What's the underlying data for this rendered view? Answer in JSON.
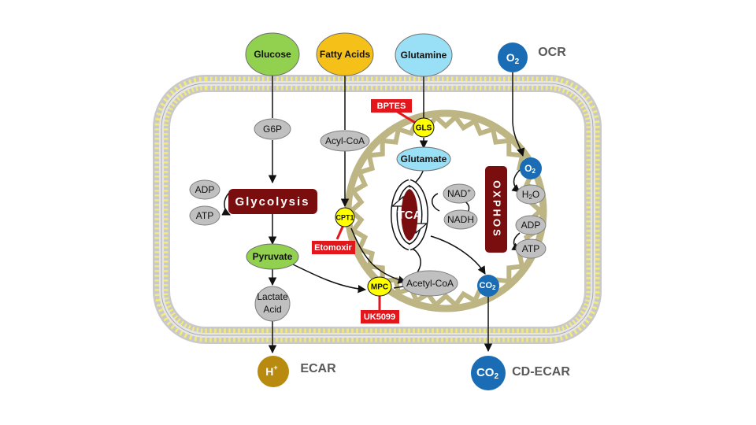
{
  "substrates": {
    "glucose": "Glucose",
    "fatty_acids": "Fatty Acids",
    "glutamine": "Glutamine"
  },
  "oxygen": {
    "symbol": "O",
    "sub": "2",
    "label": "OCR"
  },
  "proton": {
    "symbol": "H",
    "sup": "+",
    "label": "ECAR"
  },
  "co2_out": {
    "symbol": "CO",
    "sub": "2",
    "label": "CD-ECAR"
  },
  "cytosol": {
    "g6p": "G6P",
    "acyl_coa": "Acyl-CoA",
    "adp": "ADP",
    "atp": "ATP",
    "glycolysis": "Glycolysis",
    "pyruvate": "Pyruvate",
    "lactate_line1": "Lactate",
    "lactate_line2": "Acid"
  },
  "transporters": {
    "cpt1": "CPT1",
    "gls": "GLS",
    "mpc": "MPC"
  },
  "inhibitors": {
    "bptes": "BPTES",
    "etomoxir": "Etomoxir",
    "uk5099": "UK5099"
  },
  "mitochondrion": {
    "glutamate": "Glutamate",
    "tca": "TCA",
    "nad": "NAD",
    "nad_sup": "+",
    "nadh": "NADH",
    "acetyl_coa": "Acetyl-CoA",
    "co2": {
      "symbol": "CO",
      "sub": "2"
    },
    "oxphos": "OXPHOS",
    "o2": {
      "symbol": "O",
      "sub": "2"
    },
    "h2o": {
      "pre": "H",
      "sub": "2",
      "post": "O"
    },
    "adp": "ADP",
    "atp": "ATP"
  },
  "colors": {
    "glucose": "#92d050",
    "fatty_acids": "#f5c118",
    "glutamine": "#99e0f7",
    "blue": "#1a6db5",
    "gray": "#c0c0c0",
    "yellow": "#ffff00",
    "red": "#e3161c",
    "dark_red": "#7a0d0d",
    "gold": "#b88a10",
    "mito": "#bdb584"
  }
}
